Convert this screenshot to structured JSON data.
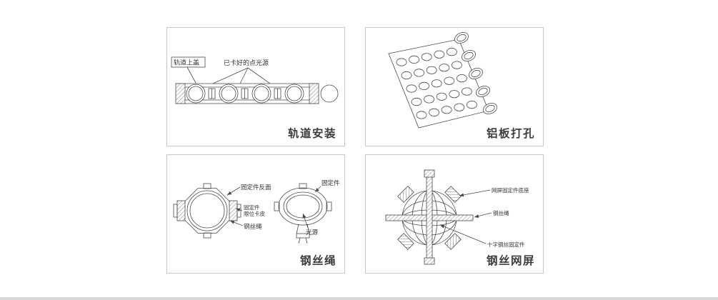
{
  "appearance": {
    "background": "#ffffff",
    "panel_border": "#c8c8c8",
    "line_color": "#4a4a4a",
    "title_color": "#3d3d3d"
  },
  "panels": {
    "track": {
      "title": "轨道安装",
      "labels": {
        "cover": "轨道上盖",
        "lights": "已卡好的点光源"
      }
    },
    "plate": {
      "title": "铝板打孔"
    },
    "rope": {
      "title": "钢丝绳",
      "labels": {
        "fixture_back": "固定件反面",
        "fixture_limit_1": "固定件",
        "fixture_limit_2": "限位卡皮",
        "wire": "钢丝绳",
        "fixture": "固定件",
        "light": "光源"
      }
    },
    "mesh": {
      "title": "钢丝网屏",
      "labels": {
        "base": "网屏固定件底座",
        "wire": "钢丝绳",
        "cross": "十字钢丝固定件"
      }
    }
  }
}
